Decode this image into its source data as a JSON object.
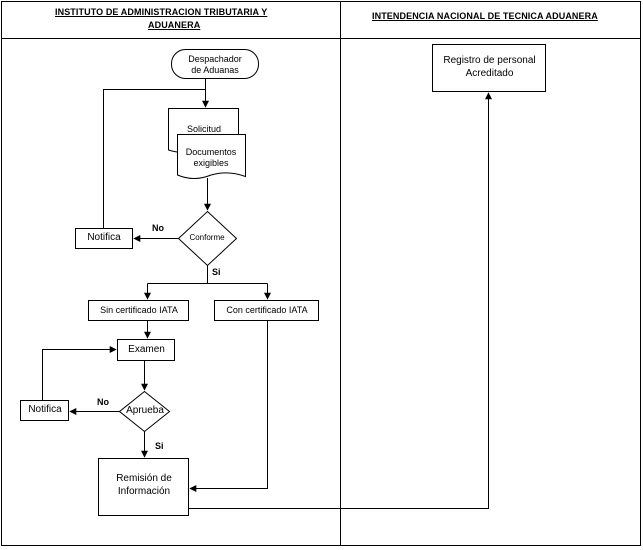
{
  "lanes": {
    "left_title_line1": "INSTITUTO DE ADMINISTRACION TRIBUTARIA Y",
    "left_title_line2": "ADUANERA",
    "right_title": "INTENDENCIA NACIONAL DE TECNICA ADUANERA"
  },
  "nodes": {
    "despachador_line1": "Despachador",
    "despachador_line2": "de Aduanas",
    "solicitud": "Solicitud",
    "documentos_line1": "Documentos",
    "documentos_line2": "exigibles",
    "conforme": "Conforme",
    "notifica_1": "Notifica",
    "sin_certificado": "Sin certificado IATA",
    "con_certificado": "Con  certificado IATA",
    "examen": "Examen",
    "aprueba": "Aprueba",
    "notifica_2": "Notifica",
    "remision_line1": "Remisión de",
    "remision_line2": "Información",
    "registro_line1": "Registro de personal",
    "registro_line2": "Acreditado"
  },
  "edges": {
    "conforme_no": "No",
    "conforme_si": "Si",
    "aprueba_no": "No",
    "aprueba_si": "Si"
  }
}
